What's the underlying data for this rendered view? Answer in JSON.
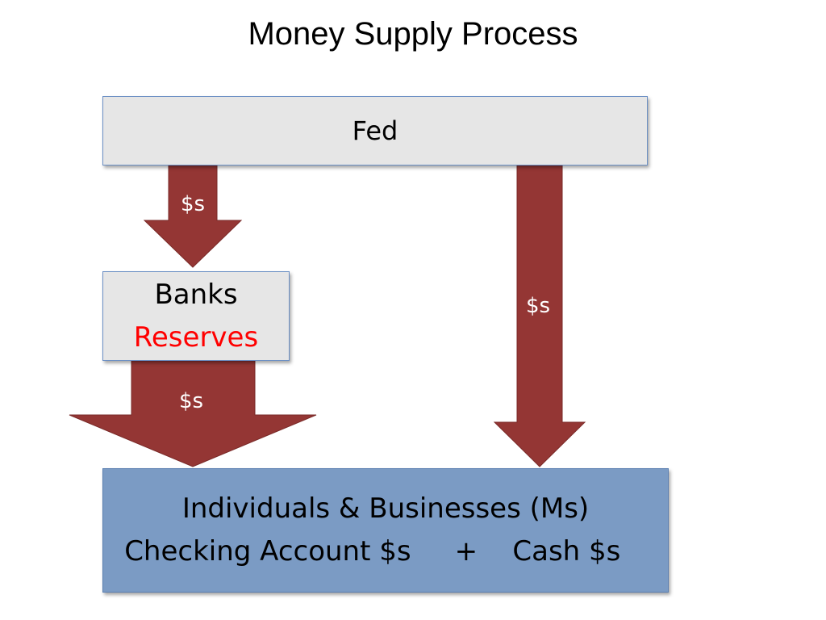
{
  "title": "Money Supply Process",
  "nodes": {
    "fed": "Fed",
    "banks": {
      "line1": "Banks",
      "line2": "Reserves"
    },
    "individuals": {
      "line1": "Individuals & Businesses (Ms)",
      "checking": "Checking Account $s",
      "plus": "+",
      "cash": "Cash $s"
    }
  },
  "arrows": {
    "fed_to_banks": "$s",
    "fed_to_individuals": "$s",
    "banks_to_individuals": "$s"
  },
  "colors": {
    "arrow": "#943634",
    "box_gray": "#e6e6e6",
    "box_blue": "#7b9bc4",
    "reserves_text": "#ff0000"
  }
}
